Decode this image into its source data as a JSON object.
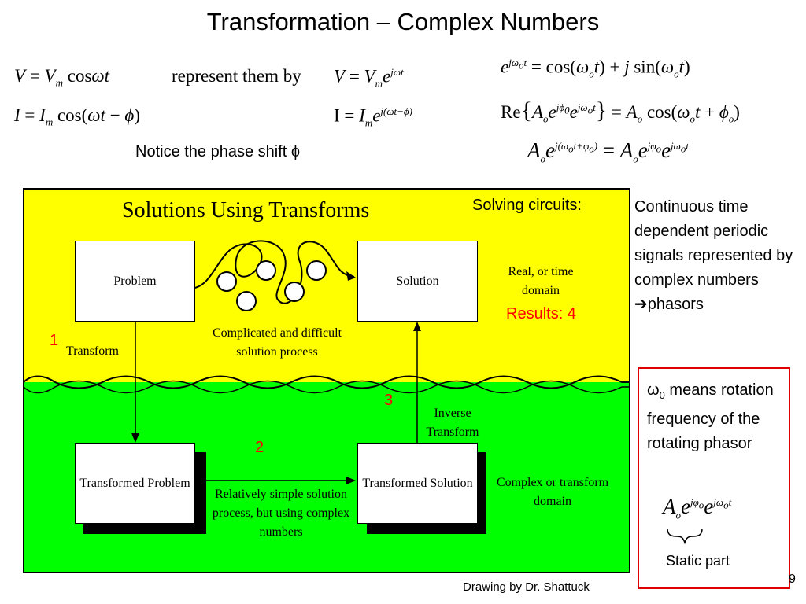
{
  "title": "Transformation – Complex Numbers",
  "equations": {
    "v_time": "V = Vₘ cosωt",
    "represent_text": "represent them by",
    "v_phasor": "V = Vₘ e^{jωt}",
    "i_time": "I = Iₘ cos(ωt − ϕ)",
    "i_phasor": "I = Iₘ e^{j(ωt−ϕ)}",
    "euler": "e^{jωₒt} = cos(ωₒt) + j sin(ωₒt)",
    "real_part": "Re{Aₒ e^{jϕ₀} e^{jωₒt}} = Aₒ cos(ωₒt + ϕₒ)",
    "split": "Aₒ e^{j(ωₒt+φₒ)} = Aₒ e^{jφₒ} e^{jωₒt}"
  },
  "phase_note": "Notice the phase shift ϕ",
  "diagram": {
    "heading": "Solutions Using Transforms",
    "solving_label": "Solving circuits:",
    "problem": "Problem",
    "solution": "Solution",
    "real_domain": "Real, or time domain",
    "results": "Results: 4",
    "complicated": "Complicated and difficult solution process",
    "step1": "1",
    "transform": "Transform",
    "step2": "2",
    "step3": "3",
    "inverse_transform": "Inverse Transform",
    "transformed_problem": "Transformed Problem",
    "transformed_solution": "Transformed Solution",
    "simple_process": "Relatively simple solution process, but using complex numbers",
    "complex_domain": "Complex or transform domain",
    "colors": {
      "top": "#ffff00",
      "bottom": "#00ff00",
      "step": "#ff0000"
    }
  },
  "side_text": {
    "continuous": "Continuous time dependent periodic signals represented by complex numbers",
    "phasors": "➔phasors",
    "omega_lead": "ω",
    "omega_sub": "0",
    "omega_means": " means rotation frequency of the rotating phasor",
    "static_part": "Static part",
    "box_color": "#e00000"
  },
  "credit": "Drawing by Dr. Shattuck",
  "page_number": "9"
}
